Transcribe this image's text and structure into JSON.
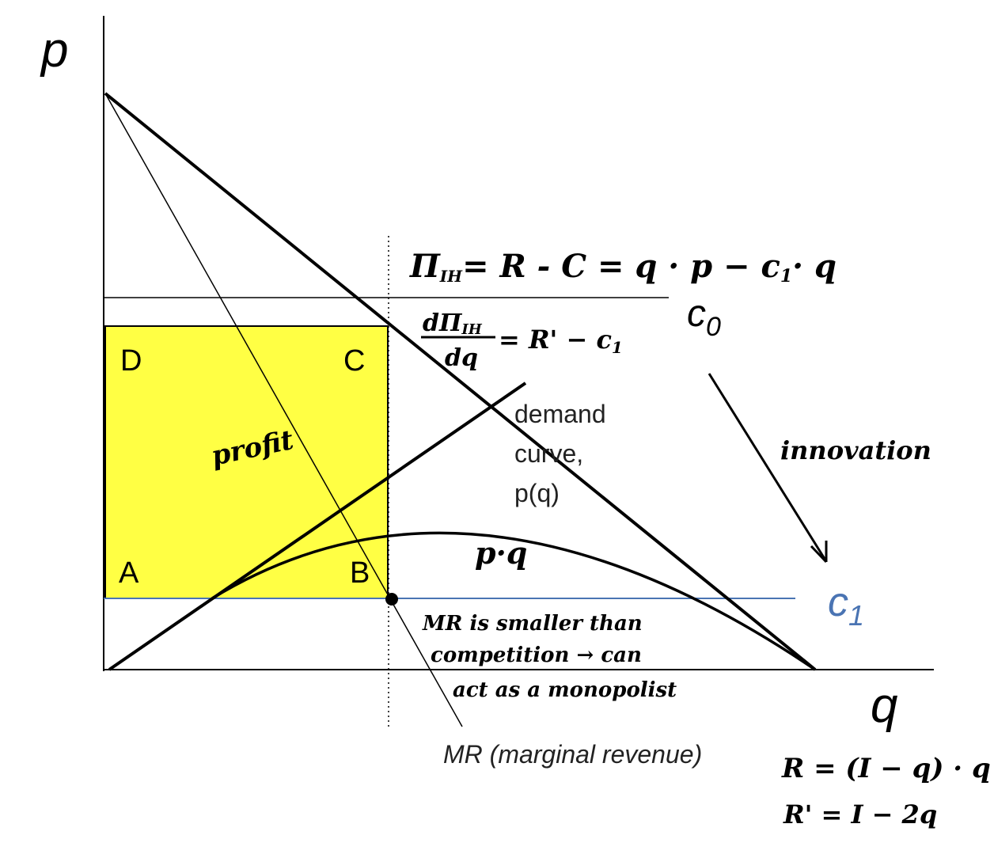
{
  "labels": {
    "p_axis": "p",
    "q_axis": "q",
    "c0": "c",
    "c0_sub": "0",
    "c1": "c",
    "c1_sub": "1",
    "corner_a": "A",
    "corner_b": "B",
    "corner_c": "C",
    "corner_d": "D",
    "demand_line1": "demand",
    "demand_line2": "curve,",
    "demand_line3": "p(q)",
    "mr_label": "MR (marginal revenue)"
  },
  "handwritten": {
    "profit": "profit",
    "pq": "p·q",
    "innovation": "innovation",
    "profit_eq": "Π",
    "profit_eq_sub": "IH",
    "profit_eq_rest": "= R - C = q · p − c",
    "profit_eq_c_sub": "1",
    "profit_eq_tail": "· q",
    "deriv_num": "dΠ",
    "deriv_num_sub": "IH",
    "deriv_den": "dq",
    "deriv_rest": "= R' − c",
    "deriv_c_sub": "1",
    "note_line1": "MR is smaller than",
    "note_line2": "competition → can",
    "note_line3": "act as a monopolist",
    "r_eq": "R = (I − q) · q",
    "r_prime_eq": "R' = I − 2q"
  },
  "colors": {
    "profit_fill": "#ffff44",
    "c1_line": "#4a74b3",
    "ink": "#000000"
  }
}
